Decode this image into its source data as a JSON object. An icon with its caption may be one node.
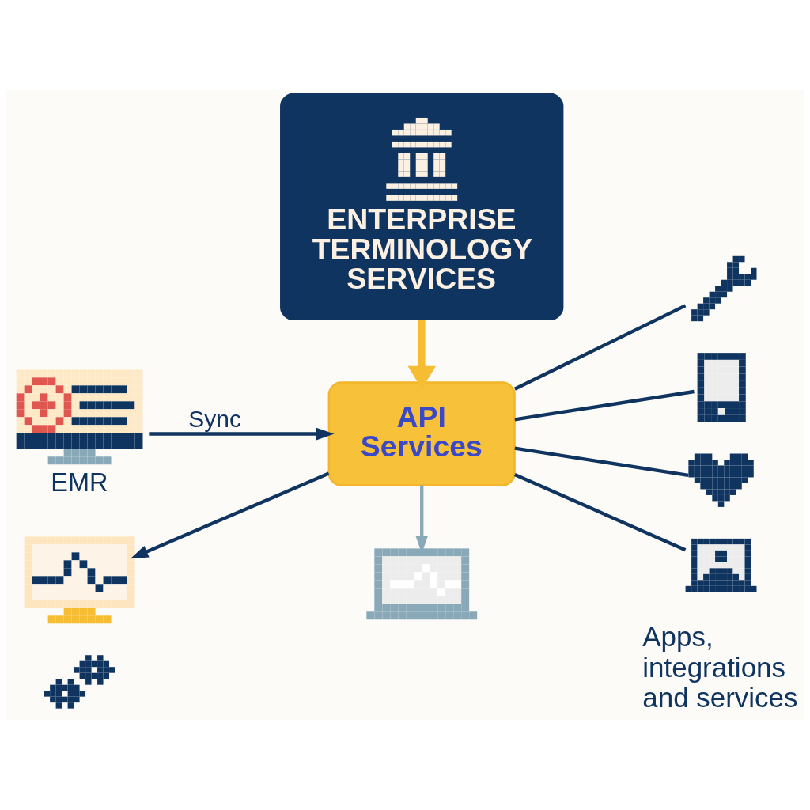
{
  "diagram": {
    "nodes": [
      {
        "text": [
          "ENTERPRISE TERMINOLOGY SERVICES"
        ]
      },
      {
        "text": [
          "EMR"
        ]
      },
      {
        "text": [
          "API Services"
        ]
      },
      {
        "text": [],
        "shape": "picture"
      },
      {
        "text": [],
        "shape": "picture"
      },
      {
        "text": [],
        "shape": "picture"
      },
      {
        "text": [],
        "shape": "picture"
      },
      {
        "text": [],
        "shape": "picture"
      },
      {
        "text": [],
        "shape": "picture"
      },
      {
        "text": [],
        "shape": "picture"
      }
    ],
    "edges": [
      {
        "from": 0,
        "to": 2,
        "arrow": "to",
        "style": "thick",
        "color": "#f6bd33"
      },
      {
        "from": 1,
        "to": 2,
        "arrow": "to",
        "label": "Sync"
      },
      {
        "from": 2,
        "to": 3,
        "arrow": "none"
      },
      {
        "from": 2,
        "to": 4,
        "arrow": "none"
      },
      {
        "from": 2,
        "to": 5,
        "arrow": "none"
      },
      {
        "from": 2,
        "to": 6,
        "arrow": "none"
      },
      {
        "from": 2,
        "to": 7,
        "arrow": "to"
      },
      {
        "from": 2,
        "to": 9,
        "arrow": "to",
        "color": "#8aa9b8"
      }
    ],
    "labels": [
      "Apps, integrations and services"
    ]
  }
}
